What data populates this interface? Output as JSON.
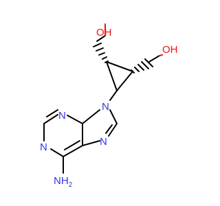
{
  "molecule": {
    "colors": {
      "carbon_bond": "#000000",
      "nitrogen": "#3333ee",
      "oxygen": "#ee1111",
      "background": "#ffffff"
    },
    "labels": {
      "oh_left": "OH",
      "oh_right": "OH",
      "n9": "N",
      "n3": "N",
      "n1": "N",
      "n7": "N",
      "nh2": "NH",
      "nh2_subscript": "2"
    }
  }
}
